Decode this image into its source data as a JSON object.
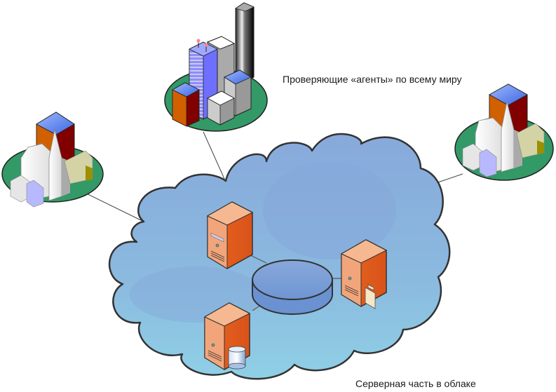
{
  "labels": {
    "agents": "Проверяющие «агенты» по всему миру",
    "cloud": "Серверная часть в облаке"
  },
  "nodes": {
    "agents": [
      {
        "name": "agent-city-downtown",
        "type": "city-skyscrapers"
      },
      {
        "name": "agent-town-left",
        "type": "town-church"
      },
      {
        "name": "agent-town-right",
        "type": "town-church"
      }
    ],
    "servers": [
      {
        "name": "server-top-left",
        "accessory": "none"
      },
      {
        "name": "server-right",
        "accessory": "folder"
      },
      {
        "name": "server-bottom-left",
        "accessory": "database"
      }
    ],
    "hub": {
      "name": "network-hub",
      "type": "cylinder-disk"
    }
  },
  "colors": {
    "cloud_fill_top": "#8aaedc",
    "cloud_fill_bottom": "#8ecde6",
    "cloud_stroke": "#333333",
    "ground_green": "#339966",
    "server_orange": "#e8651f",
    "server_front": "#f2a57a",
    "hub_blue": "#7b9fd8"
  }
}
